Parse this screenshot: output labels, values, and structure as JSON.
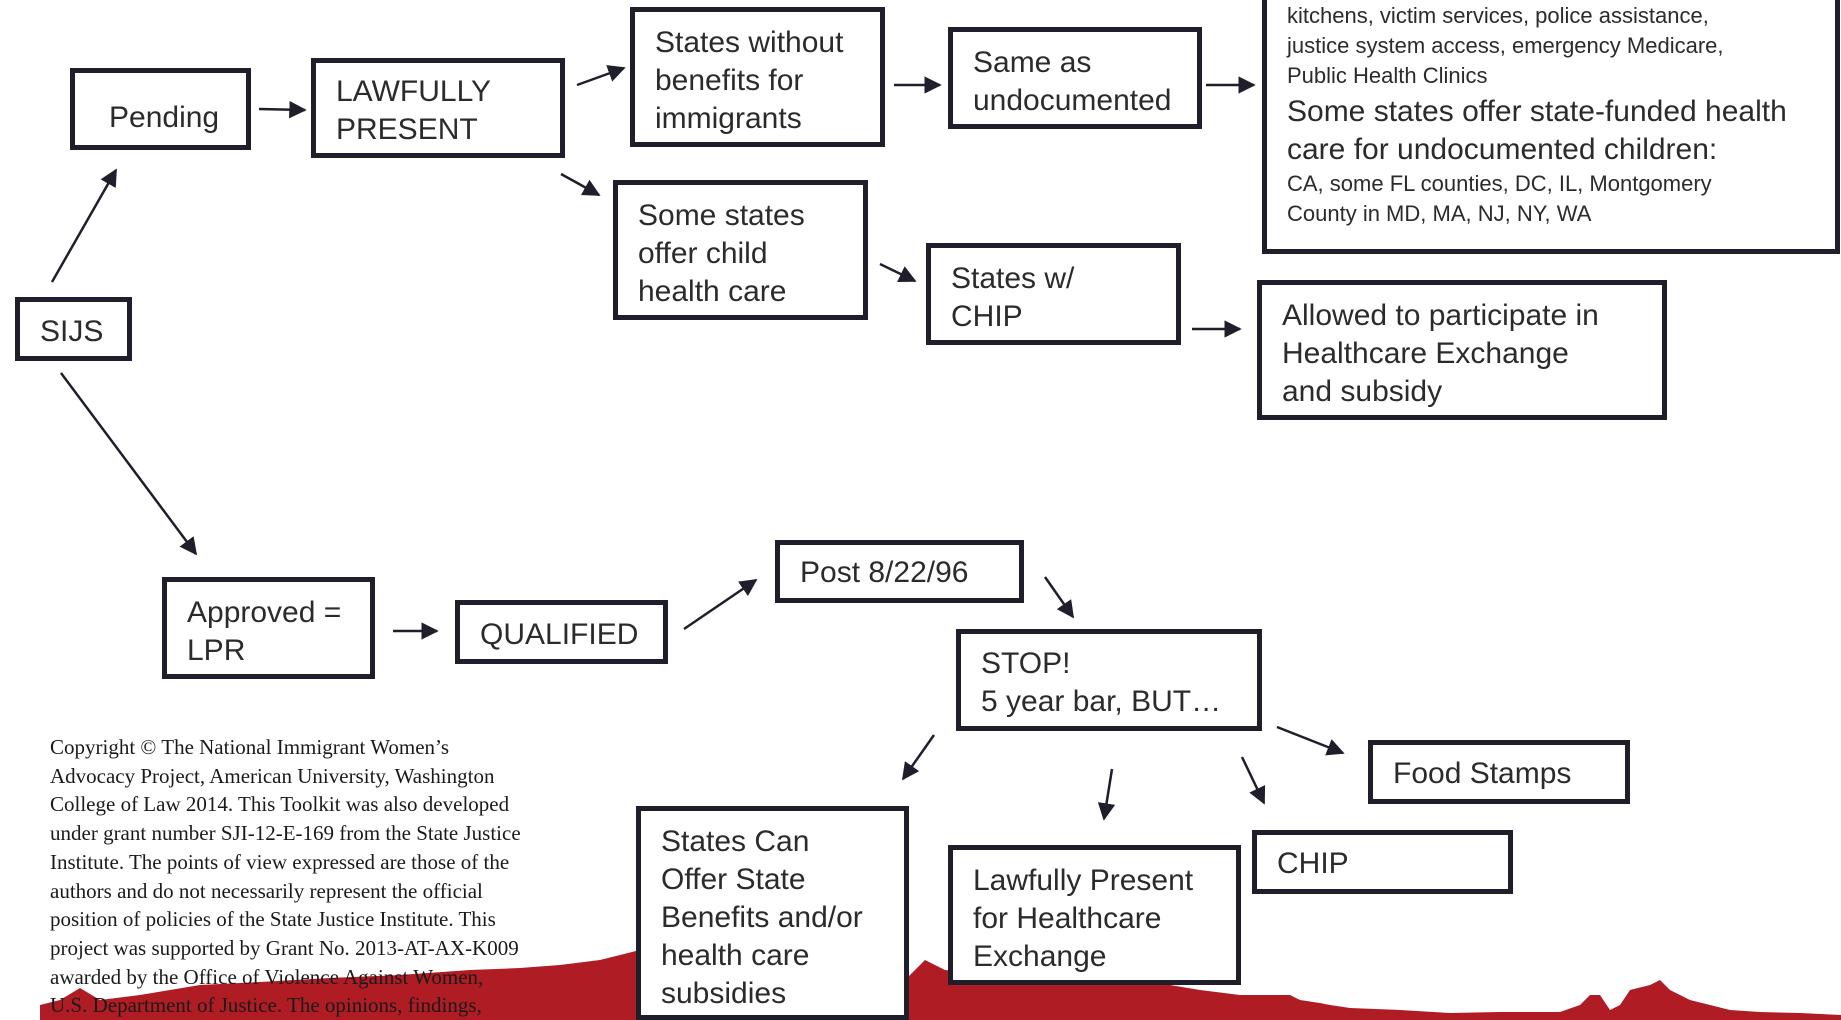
{
  "nodes": {
    "sijs": "SIJS",
    "pending": "Pending",
    "lawfully_present": "LAWFULLY\nPRESENT",
    "states_without_benefits": "States without\nbenefits for\nimmigrants",
    "same_as_undocumented": "Same as\nundocumented",
    "undocumented_services": {
      "partial_top": "kitchens, victim services, police assistance,",
      "line2": "justice system access, emergency Medicare,",
      "line3": "Public Health Clinics",
      "heading": "Some states offer state-funded health care for undocumented children:",
      "states_list": "CA, some FL counties, DC, IL, Montgomery County in MD, MA, NJ, NY, WA"
    },
    "some_states_child_health": "Some states\noffer child\nhealth care",
    "states_with_chip": "States w/\nCHIP",
    "allowed_exchange": "Allowed to participate in\nHealthcare Exchange\nand subsidy",
    "approved_lpr": "Approved =\nLPR",
    "qualified": "QUALIFIED",
    "post_date": "Post 8/22/96",
    "stop": "STOP!\n5 year bar, BUT…",
    "food_stamps": "Food Stamps",
    "chip": "CHIP",
    "lawfully_present_exchange": "Lawfully Present\nfor Healthcare\nExchange",
    "states_can_offer": "States Can\nOffer State\nBenefits and/or\nhealth care\nsubsidies"
  },
  "copyright": "Copyright © The National Immigrant Women’s\nAdvocacy Project, American University, Washington\nCollege of Law 2014. This Toolkit was also developed\nunder grant number SJI-12-E-169 from the State Justice\nInstitute. The points of view expressed are those of the\nauthors and do not necessarily represent the official\nposition of policies of the State Justice Institute. This\nproject was supported by Grant No. 2013-AT-AX-K009\nawarded by the Office of Violence Against Women,\nU.S. Department of Justice. The opinions, findings,",
  "colors": {
    "box_border": "#1f1f2b",
    "text": "#2b2b2b",
    "seal_red": "#b01c24"
  }
}
